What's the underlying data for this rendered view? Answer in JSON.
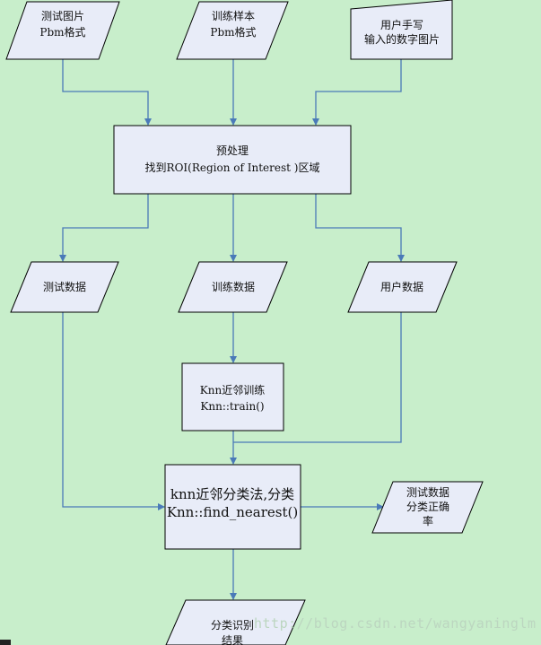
{
  "nodes": {
    "test_image": {
      "lines": [
        "测试图片",
        "Pbm格式"
      ]
    },
    "train_samples": {
      "lines": [
        "训练样本",
        "Pbm格式"
      ]
    },
    "user_image": {
      "lines": [
        "用户手写",
        "输入的数字图片"
      ]
    },
    "preprocess": {
      "lines": [
        "预处理",
        "找到ROI(Region of Interest )区域"
      ]
    },
    "test_data": {
      "lines": [
        "测试数据"
      ]
    },
    "train_data": {
      "lines": [
        "训练数据"
      ]
    },
    "user_data": {
      "lines": [
        "用户数据"
      ]
    },
    "knn_train": {
      "lines": [
        "Knn近邻训练",
        "Knn::train()"
      ]
    },
    "knn_classify": {
      "lines": [
        "knn近邻分类法,分类",
        "Knn::find_nearest()"
      ]
    },
    "test_result": {
      "lines": [
        "测试数据",
        "分类正确",
        "率"
      ]
    },
    "final_result": {
      "lines": [
        "分类识别",
        "结果"
      ]
    }
  },
  "watermark": "http://blog.csdn.net/wangyaninglm",
  "colors": {
    "background": "#c8eecb",
    "shape_fill": "#e8ecf8",
    "arrow": "#4a7ab8"
  }
}
